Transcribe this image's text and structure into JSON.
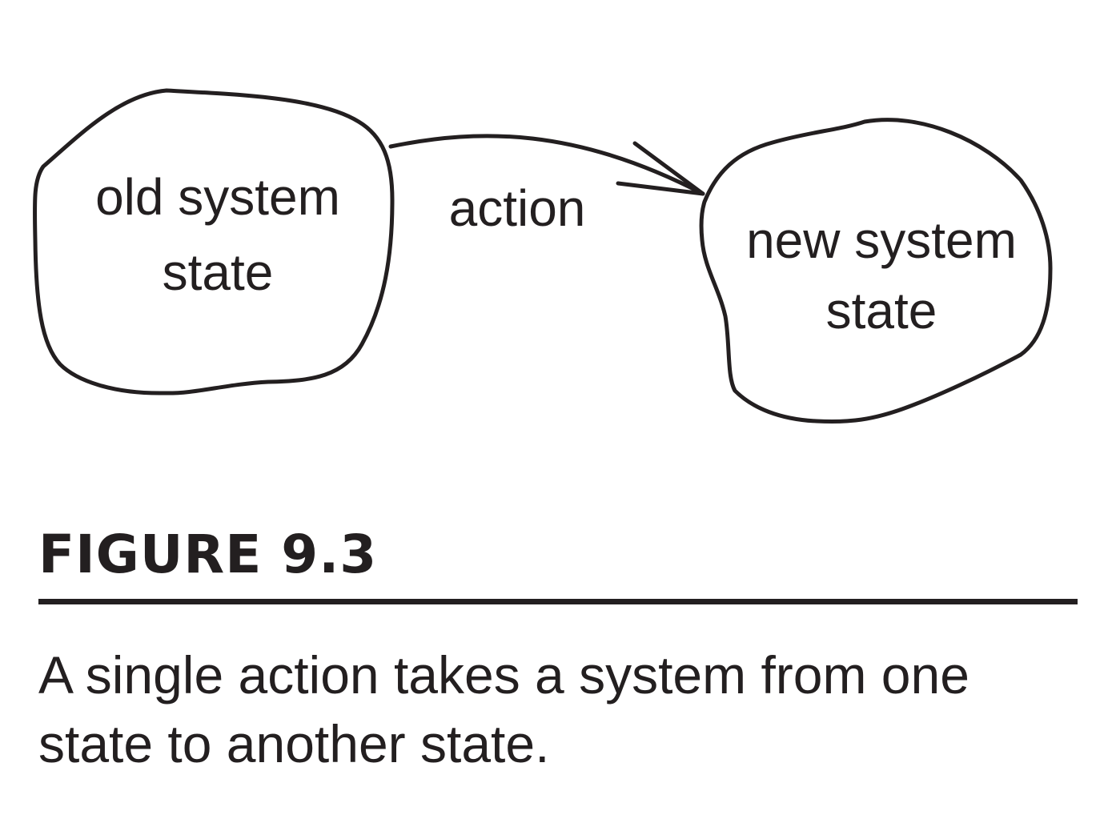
{
  "diagram": {
    "nodes": [
      {
        "id": "old",
        "lines": [
          "old system",
          "state"
        ]
      },
      {
        "id": "new",
        "lines": [
          "new system",
          "state"
        ]
      }
    ],
    "edge": {
      "from": "old",
      "to": "new",
      "label": "action"
    }
  },
  "figure": {
    "label": "FIGURE 9.3",
    "caption": "A single action takes a system from one state to another state."
  }
}
